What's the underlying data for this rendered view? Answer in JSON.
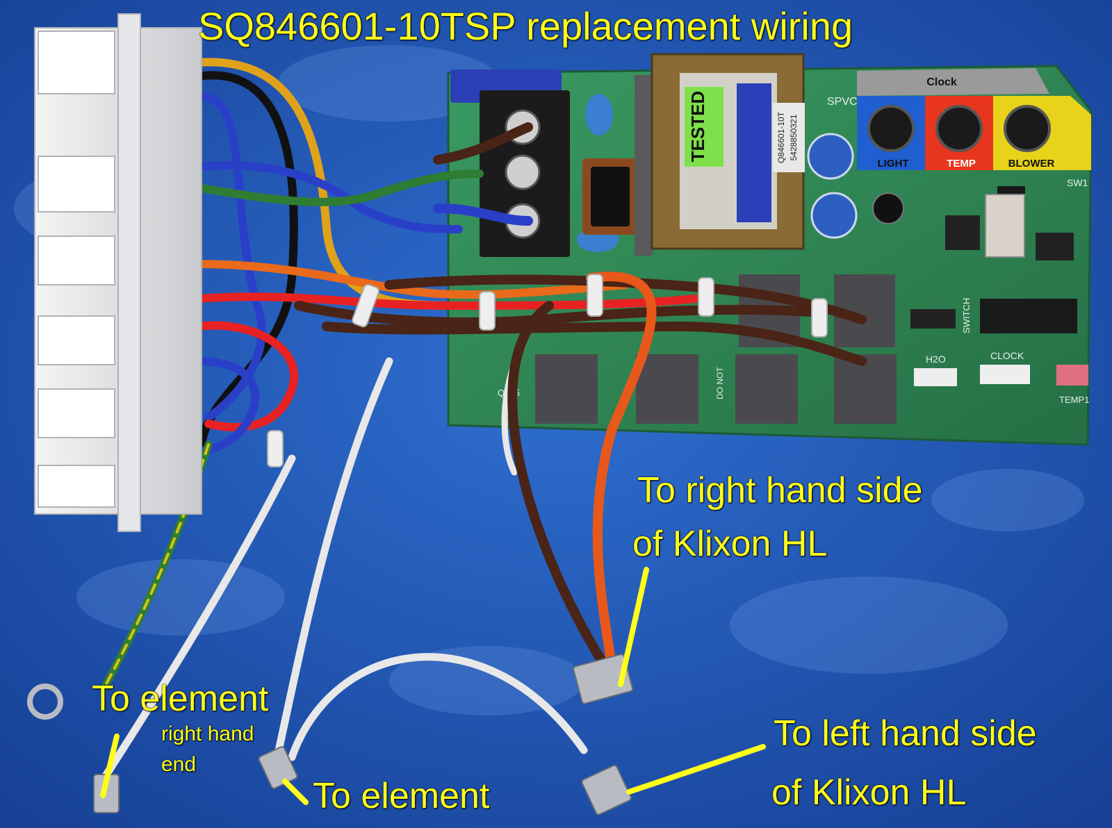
{
  "title": "SQ846601-10TSP replacement wiring",
  "panel_labels": {
    "clock": "Clock",
    "light": "LIGHT",
    "temp": "TEMP",
    "blower": "BLOWER"
  },
  "board": {
    "tested": "TESTED",
    "part_no": "Q846601-10T",
    "serial": "5428850321",
    "spvc": "SPVC",
    "sw1": "SW1",
    "h2o": "H2O",
    "clock_header": "CLOCK",
    "temp1": "TEMP1",
    "switch": "SWITCH",
    "do_not": "DO NOT",
    "q915": "Q915"
  },
  "annotations": {
    "right_klixon_line1": "To right hand side",
    "right_klixon_line2": "of Klixon HL",
    "left_klixon_line1": "To left hand side",
    "left_klixon_line2": "of Klixon HL",
    "element_right": "To element",
    "element_right_sub1": "right hand",
    "element_right_sub2": "end",
    "element_center": "To element"
  },
  "colors": {
    "background": "#1f4fa8",
    "annotation_yellow": "#ffff1a",
    "pcb_green": "#2f8a55",
    "light_blue": "#1f5fd0",
    "temp_red": "#e8351e",
    "blower_yellow": "#e8d21a"
  }
}
